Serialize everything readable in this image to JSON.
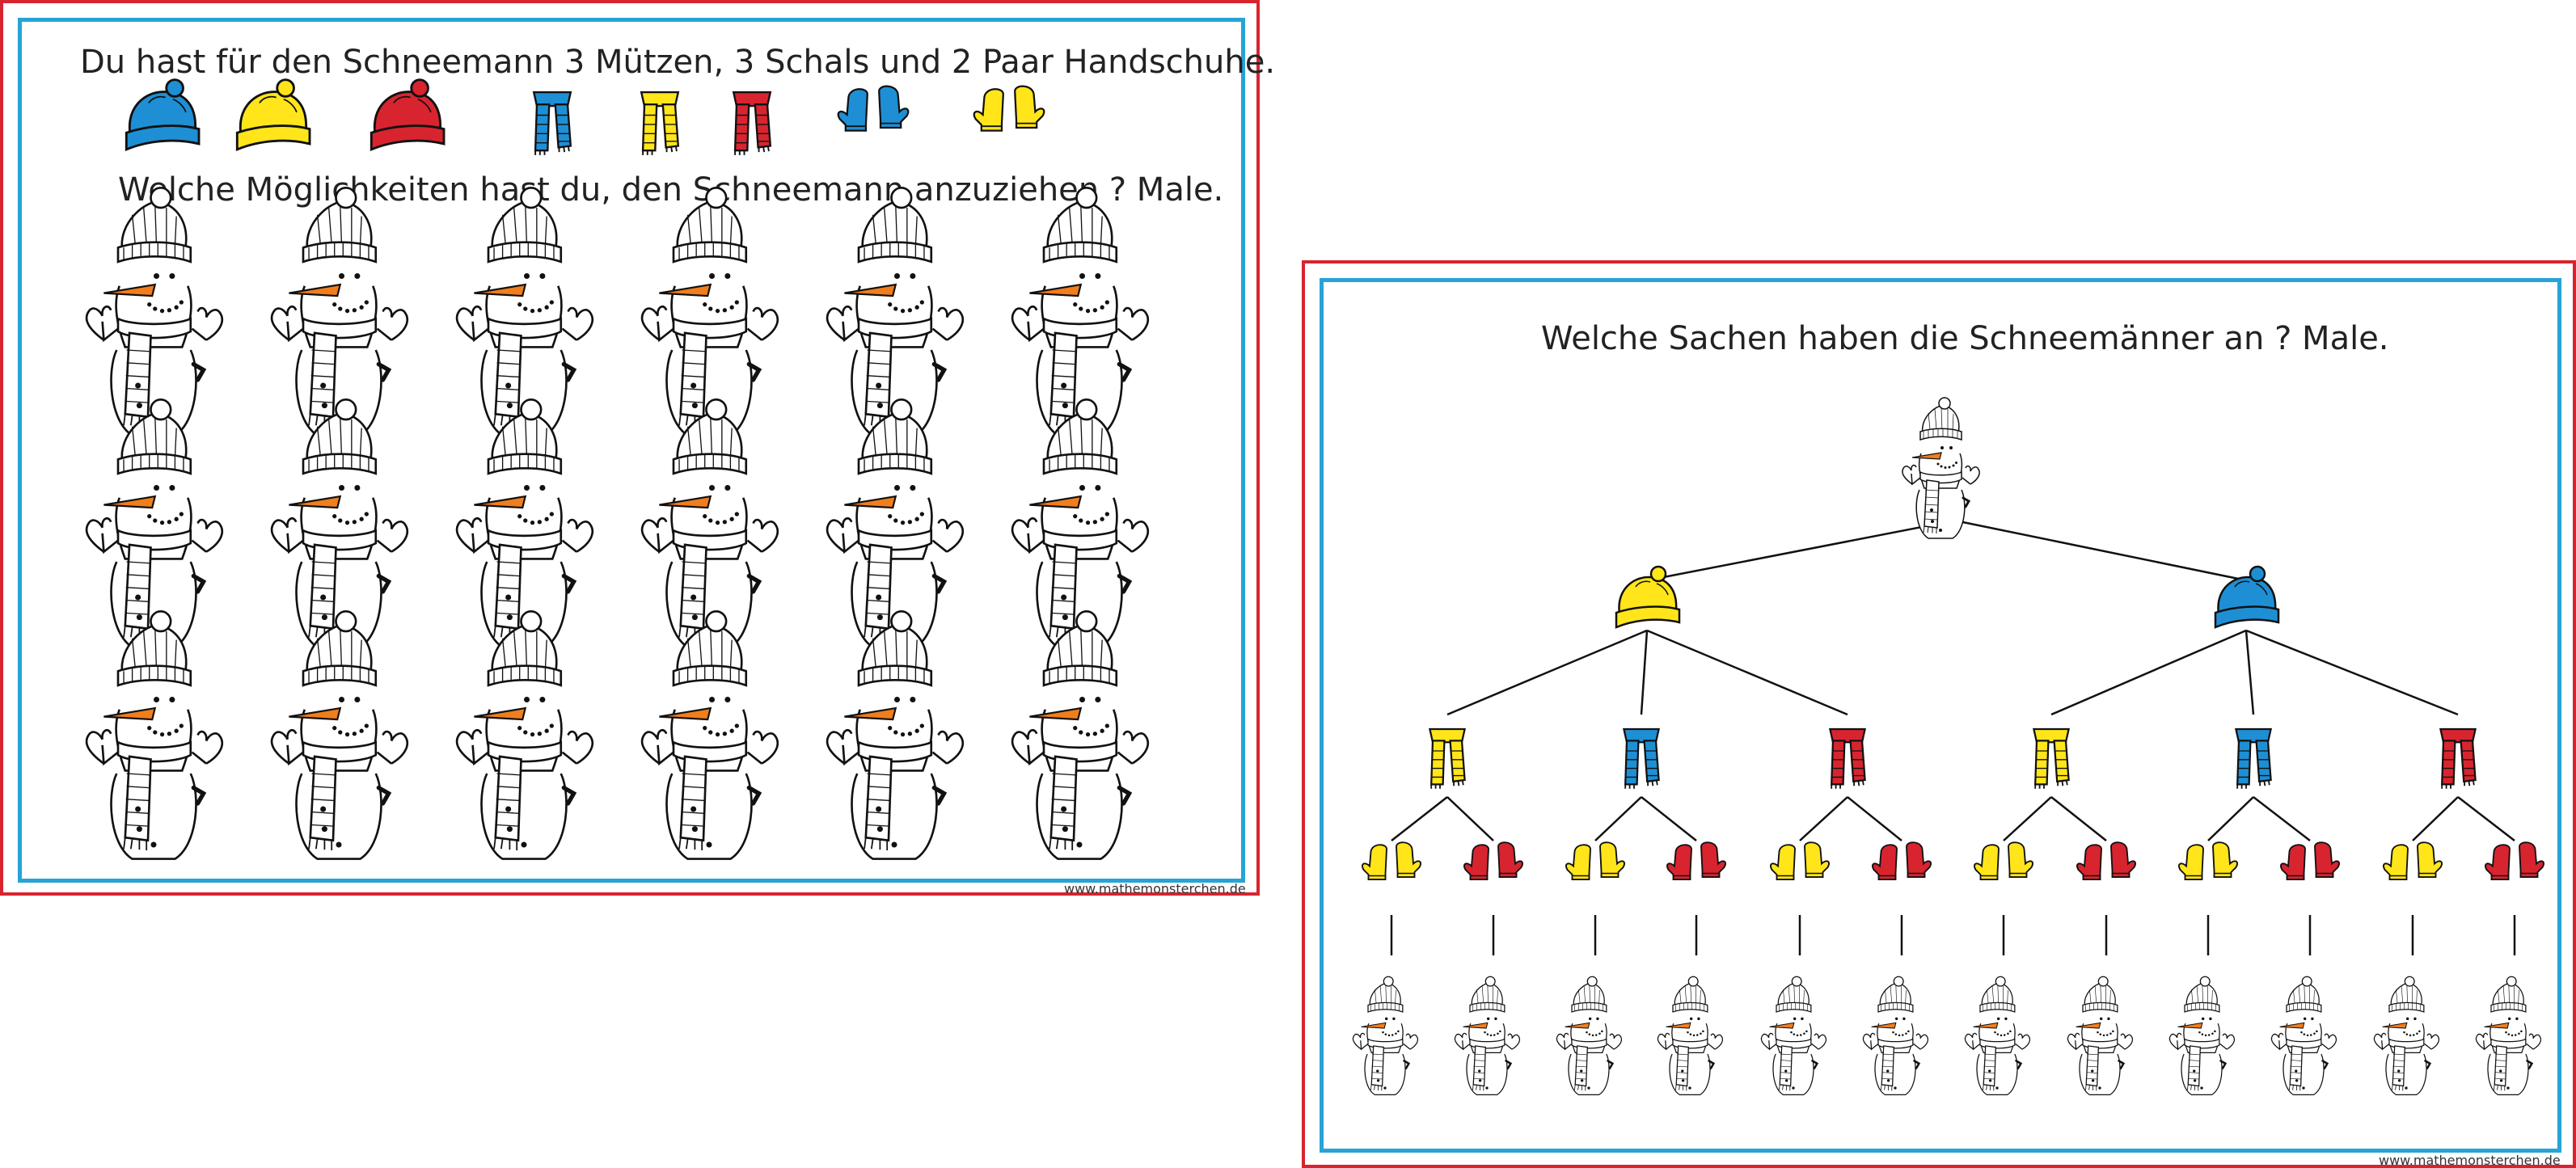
{
  "colors": {
    "red": "#d8242f",
    "blue": "#1e8fd4",
    "yellow": "#ffe51a",
    "carrot": "#f07e1d",
    "frame_outer": "#d8242f",
    "frame_inner": "#27a3d6"
  },
  "sheet1": {
    "title": "Du hast für den Schneemann 3 Mützen, 3 Schals und 2 Paar Handschuhe.",
    "question": "Welche Möglichkeiten hast du, den Schneemann anzuziehen ? Male.",
    "items": [
      {
        "type": "hat-icon",
        "color": "blue"
      },
      {
        "type": "hat-icon",
        "color": "yellow"
      },
      {
        "type": "hat-icon",
        "color": "red"
      },
      {
        "type": "scarf-icon",
        "color": "blue"
      },
      {
        "type": "scarf-icon",
        "color": "yellow"
      },
      {
        "type": "scarf-icon",
        "color": "red"
      },
      {
        "type": "mittens-icon",
        "color": "blue"
      },
      {
        "type": "mittens-icon",
        "color": "yellow"
      }
    ],
    "grid": {
      "rows": 3,
      "cols": 6
    },
    "footer": "www.mathemonsterchen.de"
  },
  "sheet2": {
    "title": "Welche Sachen haben die Schneemänner an ?  Male.",
    "tree": {
      "hats": [
        "yellow",
        "blue"
      ],
      "scarves": [
        "yellow",
        "blue",
        "red"
      ],
      "mittens": [
        "yellow",
        "red"
      ]
    },
    "footer": "www.mathemonsterchen.de"
  }
}
